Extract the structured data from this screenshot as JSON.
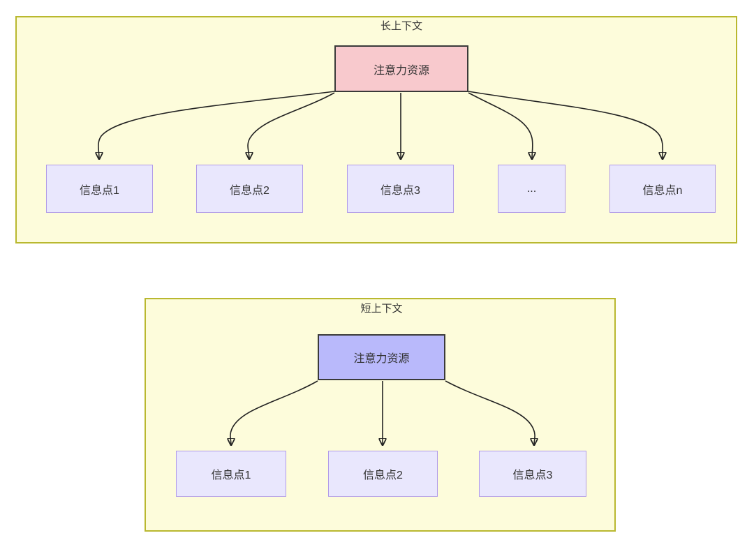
{
  "diagram": {
    "title_visible": false,
    "groups": [
      {
        "id": "long-context",
        "label": "长上下文",
        "bg_color": "#fdfcdb",
        "border_color": "#b9b82f",
        "root": {
          "label": "注意力资源",
          "fill": "#f8c9cd",
          "border": "#3a3a3a"
        },
        "children": [
          {
            "label": "信息点1",
            "fill": "#e9e7fd",
            "border": "#b09ae8"
          },
          {
            "label": "信息点2",
            "fill": "#e9e7fd",
            "border": "#b09ae8"
          },
          {
            "label": "信息点3",
            "fill": "#e9e7fd",
            "border": "#b09ae8"
          },
          {
            "label": "...",
            "fill": "#e9e7fd",
            "border": "#b09ae8"
          },
          {
            "label": "信息点n",
            "fill": "#e9e7fd",
            "border": "#b09ae8"
          }
        ]
      },
      {
        "id": "short-context",
        "label": "短上下文",
        "bg_color": "#fdfcdb",
        "border_color": "#b9b82f",
        "root": {
          "label": "注意力资源",
          "fill": "#b9b9fb",
          "border": "#3a3a3a"
        },
        "children": [
          {
            "label": "信息点1",
            "fill": "#e9e7fd",
            "border": "#b09ae8"
          },
          {
            "label": "信息点2",
            "fill": "#e9e7fd",
            "border": "#b09ae8"
          },
          {
            "label": "信息点3",
            "fill": "#e9e7fd",
            "border": "#b09ae8"
          }
        ]
      }
    ],
    "edge_color": "#222222",
    "text_color": "#333333"
  }
}
